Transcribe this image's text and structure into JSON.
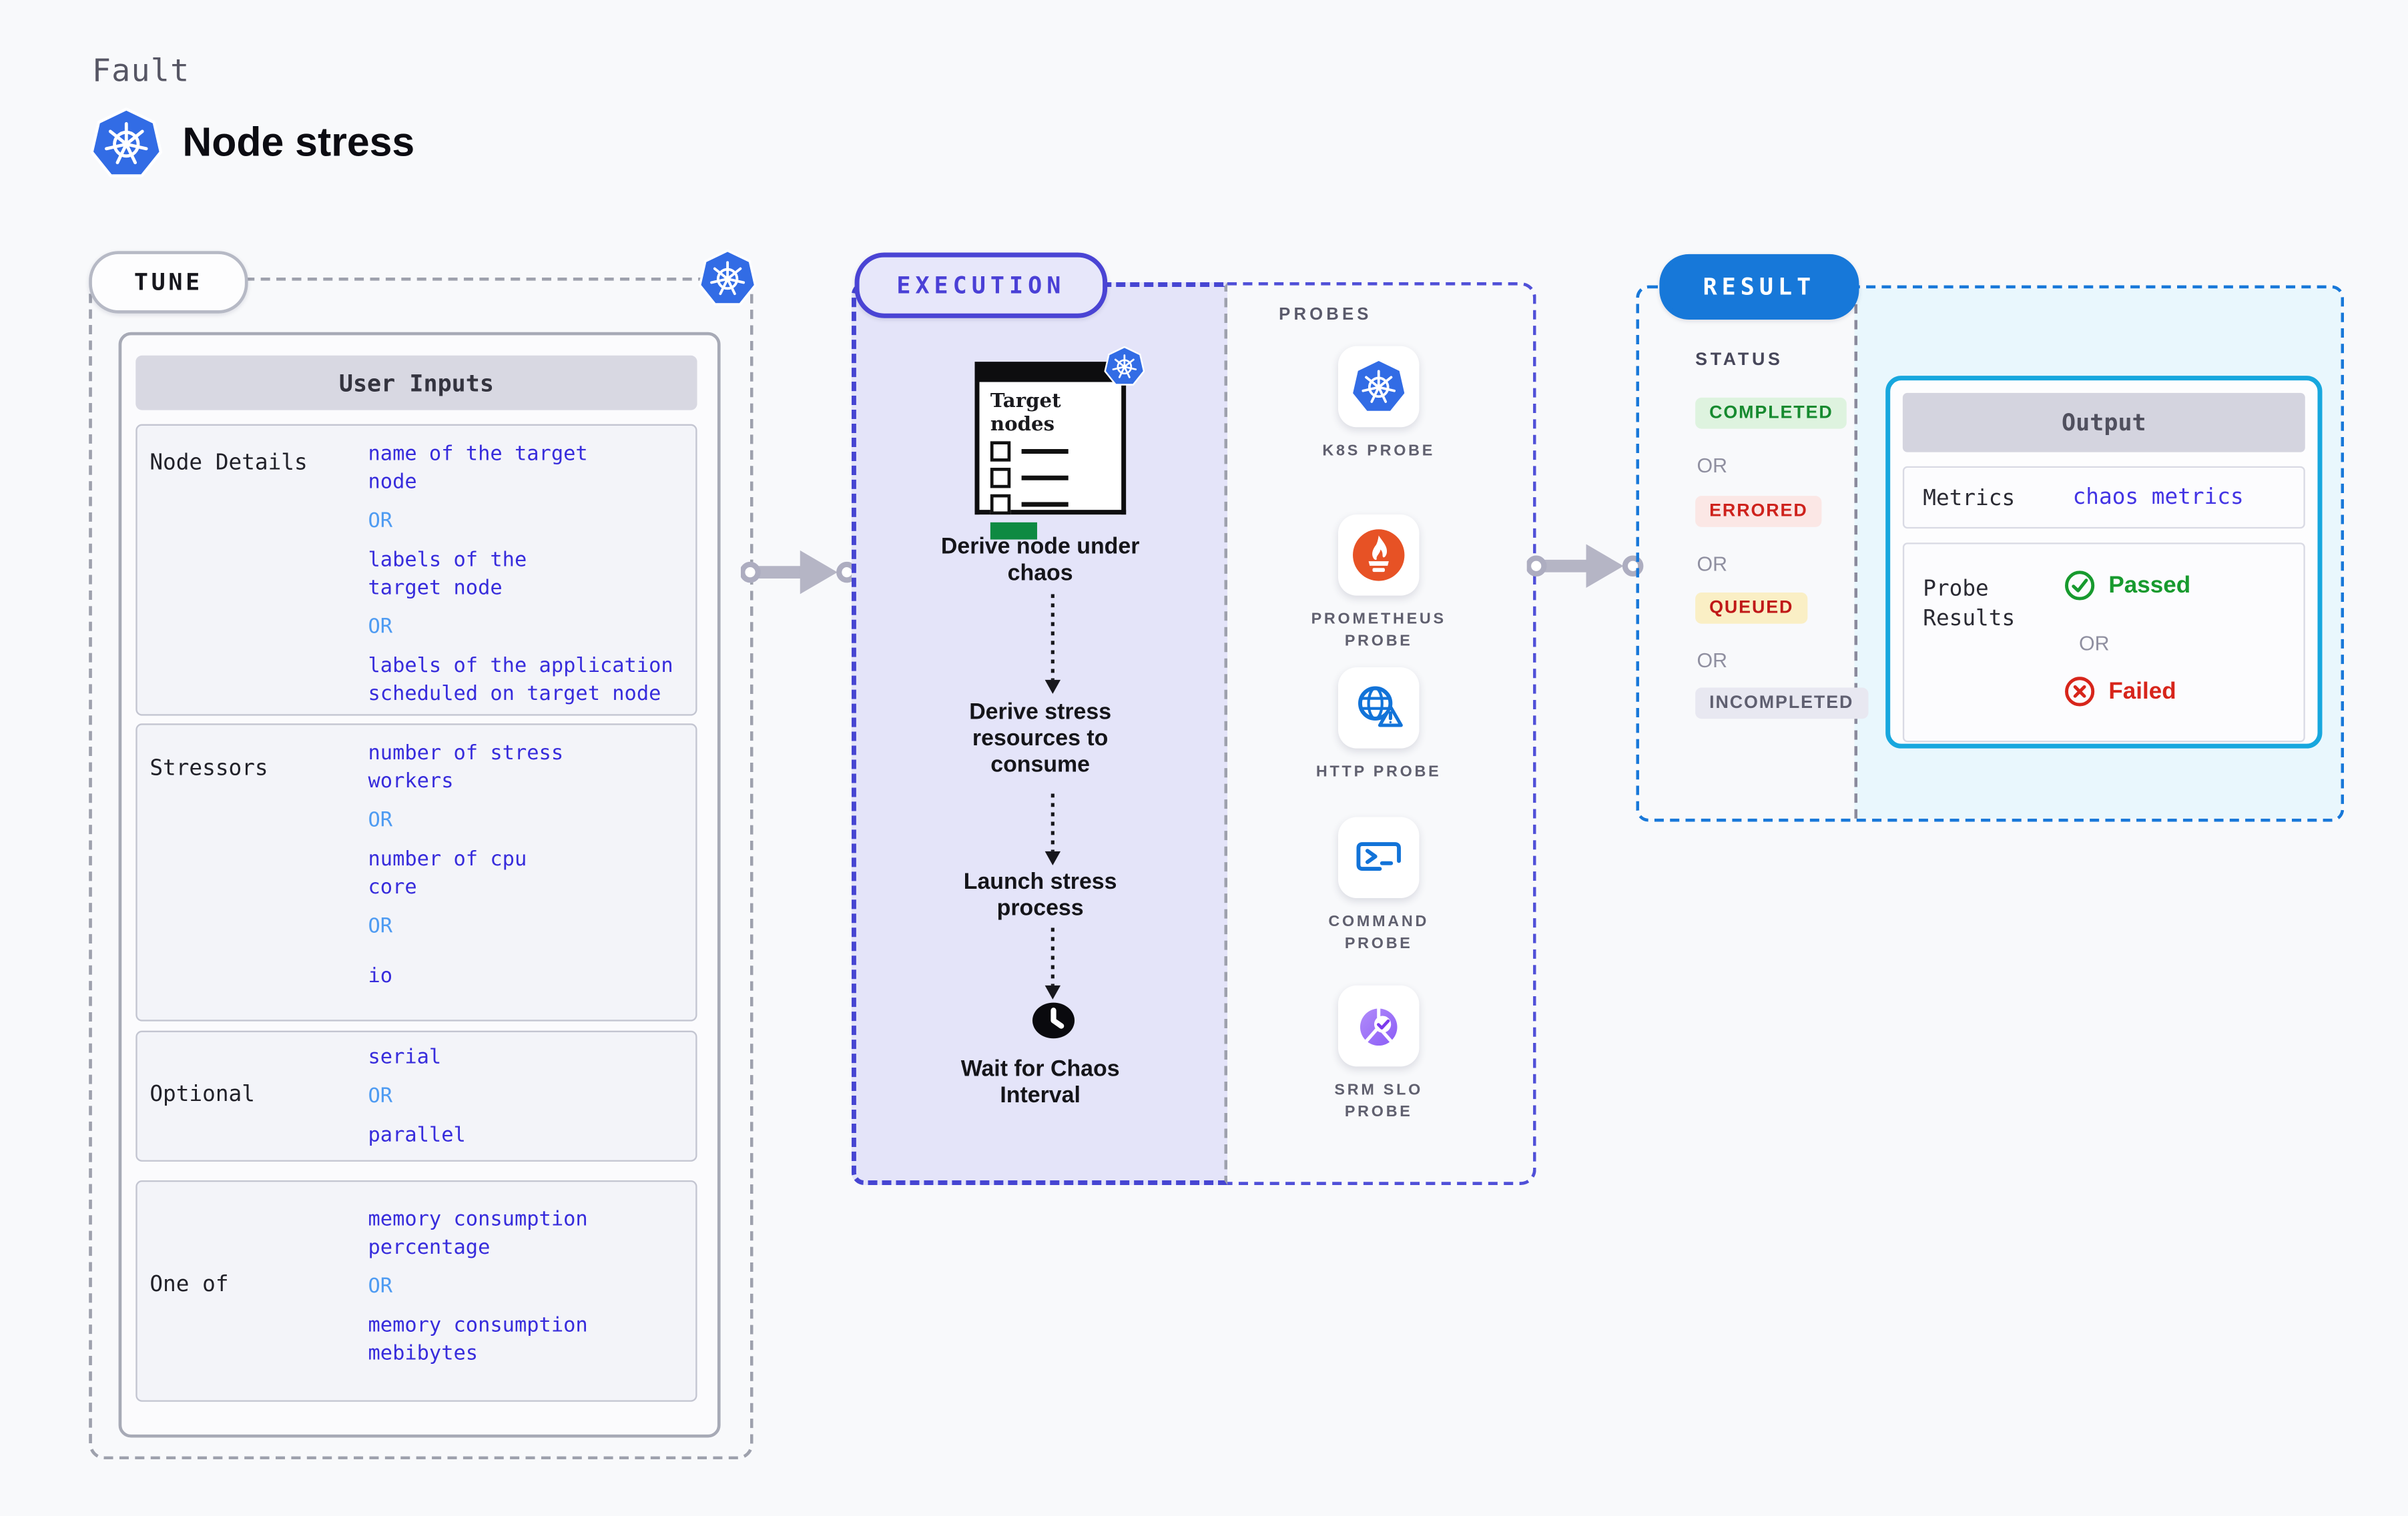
{
  "page": {
    "eyebrow": "Fault",
    "title": "Node stress"
  },
  "colors": {
    "kubernetes_blue": "#326CE5",
    "indigo_accent": "#4A44D4",
    "result_blue": "#1778D9",
    "output_cyan": "#17A7DE",
    "lavender_bg": "#E4E4F9",
    "cyan_bg": "#E9F7FD",
    "value_blue": "#372CDC",
    "or_blue": "#4E9BF2",
    "completed_green": "#168A2F",
    "errored_red": "#CE221C",
    "queued_red": "#C01818",
    "incompleted_gray": "#5F5F70",
    "passed_green": "#179A2E",
    "failed_red": "#D7251B",
    "prometheus_orange": "#E75225",
    "slo_purple": "#8B5CF6",
    "doc_green_block": "#0E8A42",
    "arrow_gray": "#B5B5C5"
  },
  "tune": {
    "pill": "TUNE",
    "table_title": "User Inputs",
    "rows": [
      {
        "label": "Node Details",
        "lines": [
          {
            "t": "name of the target\nnode",
            "or": false
          },
          {
            "t": "OR",
            "or": true
          },
          {
            "t": "labels of the\ntarget node",
            "or": false
          },
          {
            "t": "OR",
            "or": true
          },
          {
            "t": "labels of the application\n scheduled on target node",
            "or": false
          }
        ]
      },
      {
        "label": "Stressors",
        "lines": [
          {
            "t": "number of stress\nworkers",
            "or": false
          },
          {
            "t": "OR",
            "or": true
          },
          {
            "t": "number of cpu\ncore",
            "or": false
          },
          {
            "t": "OR",
            "or": true
          },
          {
            "t": "io",
            "or": false
          }
        ]
      },
      {
        "label": "Optional",
        "lines": [
          {
            "t": "serial",
            "or": false
          },
          {
            "t": "OR",
            "or": true
          },
          {
            "t": "parallel",
            "or": false
          }
        ]
      },
      {
        "label": "One of",
        "lines": [
          {
            "t": "memory consumption\npercentage",
            "or": false
          },
          {
            "t": "OR",
            "or": true
          },
          {
            "t": "memory consumption\nmebibytes",
            "or": false
          }
        ]
      }
    ]
  },
  "execution": {
    "pill": "EXECUTION",
    "illustration": {
      "title": "Target nodes",
      "icon": "kubernetes-icon"
    },
    "steps": [
      "Derive node under\nchaos",
      "Derive stress\nresources to\nconsume",
      "Launch stress\nprocess",
      "Wait for Chaos\nInterval"
    ],
    "wait_icon": "clock-icon"
  },
  "probes": {
    "title": "PROBES",
    "items": [
      {
        "label": "K8S PROBE",
        "icon": "kubernetes-icon"
      },
      {
        "label": "PROMETHEUS\nPROBE",
        "icon": "prometheus-icon"
      },
      {
        "label": "HTTP PROBE",
        "icon": "http-globe-icon"
      },
      {
        "label": "COMMAND\nPROBE",
        "icon": "terminal-icon"
      },
      {
        "label": "SRM SLO\nPROBE",
        "icon": "slo-pie-icon"
      }
    ]
  },
  "result": {
    "pill": "RESULT",
    "status_title": "STATUS",
    "statuses": [
      {
        "t": "COMPLETED",
        "kind": "completed"
      },
      {
        "t": "OR",
        "kind": "or"
      },
      {
        "t": "ERRORED",
        "kind": "errored"
      },
      {
        "t": "OR",
        "kind": "or"
      },
      {
        "t": "QUEUED",
        "kind": "queued"
      },
      {
        "t": "OR",
        "kind": "or"
      },
      {
        "t": "INCOMPLETED",
        "kind": "incompleted"
      }
    ],
    "output": {
      "title": "Output",
      "metrics_label": "Metrics",
      "metrics_value": "chaos metrics",
      "probe_results_label": "Probe\nResults",
      "passed": "Passed",
      "or": "OR",
      "failed": "Failed",
      "passed_icon": "check-circle-icon",
      "failed_icon": "x-circle-icon"
    }
  }
}
